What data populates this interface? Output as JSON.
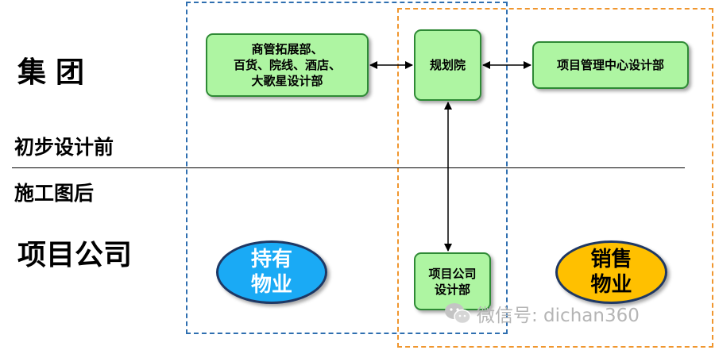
{
  "labels": {
    "group": "集团",
    "before_design": "初步设计前",
    "after_construction": "施工图后",
    "project_company": "项目公司"
  },
  "boxes": {
    "business": [
      "商管拓展部、",
      "百货、院线、酒店、",
      "大歌星设计部"
    ],
    "planning": "规划院",
    "pmc": "项目管理中心设计部",
    "project_design": [
      "项目公司",
      "设计部"
    ]
  },
  "ellipses": {
    "hold": [
      "持有",
      "物业"
    ],
    "sale": [
      "销售",
      "物业"
    ]
  },
  "watermark": {
    "text": "微信号: dichan360",
    "icon": "wechat-icon"
  },
  "colors": {
    "box_fill": "#aef5a2",
    "box_border": "#2e8a35",
    "hold_fill": "#1aaaf5",
    "sale_fill": "#ffc000",
    "blue_dash": "#2f6fb0",
    "orange_dash": "#f0962e"
  }
}
